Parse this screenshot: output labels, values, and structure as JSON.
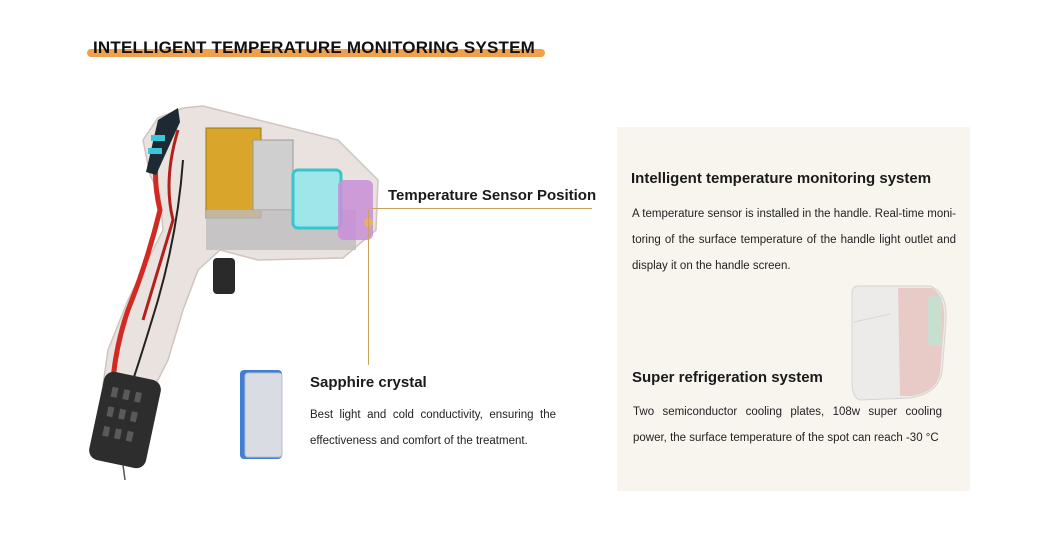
{
  "header": {
    "title": "INTELLIGENT TEMPERATURE MONITORING SYSTEM"
  },
  "callout": {
    "sensor_label": "Temperature Sensor Position"
  },
  "sapphire": {
    "title": "Sapphire crystal",
    "description": "Best light and cold conductivity, ensuring the effectiveness and comfort of the treatment."
  },
  "panel": {
    "monitoring_title": "Intelligent temperature monitoring system",
    "monitoring_description": "A temperature sensor is installed in the handle. Real-time moni-toring of the surface temperature of the handle light outlet and display it on the handle screen.",
    "refrigeration_title": "Super refrigeration system",
    "refrigeration_description": "Two semiconductor cooling plates, 108w super cooling power, the surface temperature of the spot can reach -30 °C"
  },
  "colors": {
    "accent": "#f0a04a",
    "panel_bg": "#f8f5ef",
    "callout_line": "#c9a25c"
  }
}
